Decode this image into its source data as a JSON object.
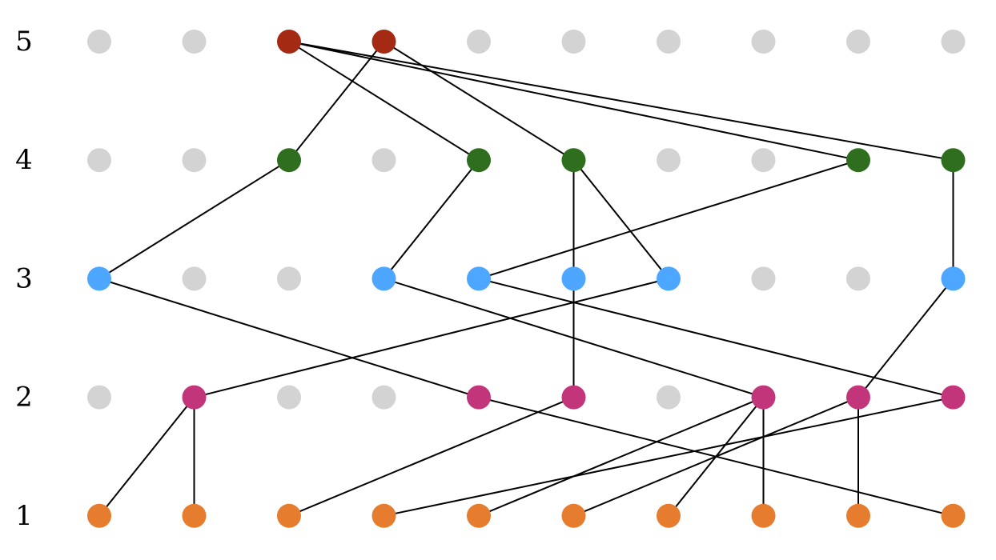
{
  "colors": {
    "inactive": "#d3d3d3",
    "level_5": "#a52a14",
    "level_4": "#2e6e1e",
    "level_3": "#4da6ff",
    "level_2": "#c2357a",
    "level_1": "#e57c2e",
    "edge": "#000000"
  },
  "levels": [
    {
      "label": "5",
      "active": [
        2,
        3
      ],
      "color_key": "level_5"
    },
    {
      "label": "4",
      "active": [
        2,
        4,
        5,
        8,
        9
      ],
      "color_key": "level_4"
    },
    {
      "label": "3",
      "active": [
        0,
        3,
        4,
        5,
        6,
        9
      ],
      "color_key": "level_3"
    },
    {
      "label": "2",
      "active": [
        1,
        4,
        5,
        7,
        8,
        9
      ],
      "color_key": "level_2"
    },
    {
      "label": "1",
      "active": [
        0,
        1,
        2,
        3,
        4,
        5,
        6,
        7,
        8,
        9
      ],
      "color_key": "level_1"
    }
  ],
  "columns": 10,
  "edges": [
    {
      "from": [
        "5",
        2
      ],
      "to": [
        "4",
        4
      ]
    },
    {
      "from": [
        "5",
        2
      ],
      "to": [
        "4",
        8
      ]
    },
    {
      "from": [
        "5",
        2
      ],
      "to": [
        "4",
        9
      ]
    },
    {
      "from": [
        "5",
        3
      ],
      "to": [
        "4",
        2
      ]
    },
    {
      "from": [
        "5",
        3
      ],
      "to": [
        "4",
        5
      ]
    },
    {
      "from": [
        "4",
        2
      ],
      "to": [
        "3",
        0
      ]
    },
    {
      "from": [
        "4",
        4
      ],
      "to": [
        "3",
        3
      ]
    },
    {
      "from": [
        "4",
        5
      ],
      "to": [
        "3",
        5
      ]
    },
    {
      "from": [
        "4",
        5
      ],
      "to": [
        "3",
        6
      ]
    },
    {
      "from": [
        "4",
        8
      ],
      "to": [
        "3",
        4
      ]
    },
    {
      "from": [
        "4",
        9
      ],
      "to": [
        "3",
        9
      ]
    },
    {
      "from": [
        "3",
        0
      ],
      "to": [
        "2",
        4
      ]
    },
    {
      "from": [
        "3",
        3
      ],
      "to": [
        "2",
        7
      ]
    },
    {
      "from": [
        "3",
        4
      ],
      "to": [
        "2",
        9
      ]
    },
    {
      "from": [
        "3",
        5
      ],
      "to": [
        "2",
        5
      ]
    },
    {
      "from": [
        "3",
        6
      ],
      "to": [
        "2",
        1
      ]
    },
    {
      "from": [
        "3",
        9
      ],
      "to": [
        "2",
        8
      ]
    },
    {
      "from": [
        "2",
        1
      ],
      "to": [
        "1",
        0
      ]
    },
    {
      "from": [
        "2",
        1
      ],
      "to": [
        "1",
        1
      ]
    },
    {
      "from": [
        "2",
        4
      ],
      "to": [
        "1",
        9
      ]
    },
    {
      "from": [
        "2",
        5
      ],
      "to": [
        "1",
        2
      ]
    },
    {
      "from": [
        "2",
        7
      ],
      "to": [
        "1",
        4
      ]
    },
    {
      "from": [
        "2",
        7
      ],
      "to": [
        "1",
        6
      ]
    },
    {
      "from": [
        "2",
        7
      ],
      "to": [
        "1",
        7
      ]
    },
    {
      "from": [
        "2",
        8
      ],
      "to": [
        "1",
        5
      ]
    },
    {
      "from": [
        "2",
        8
      ],
      "to": [
        "1",
        8
      ]
    },
    {
      "from": [
        "2",
        9
      ],
      "to": [
        "1",
        3
      ]
    }
  ]
}
